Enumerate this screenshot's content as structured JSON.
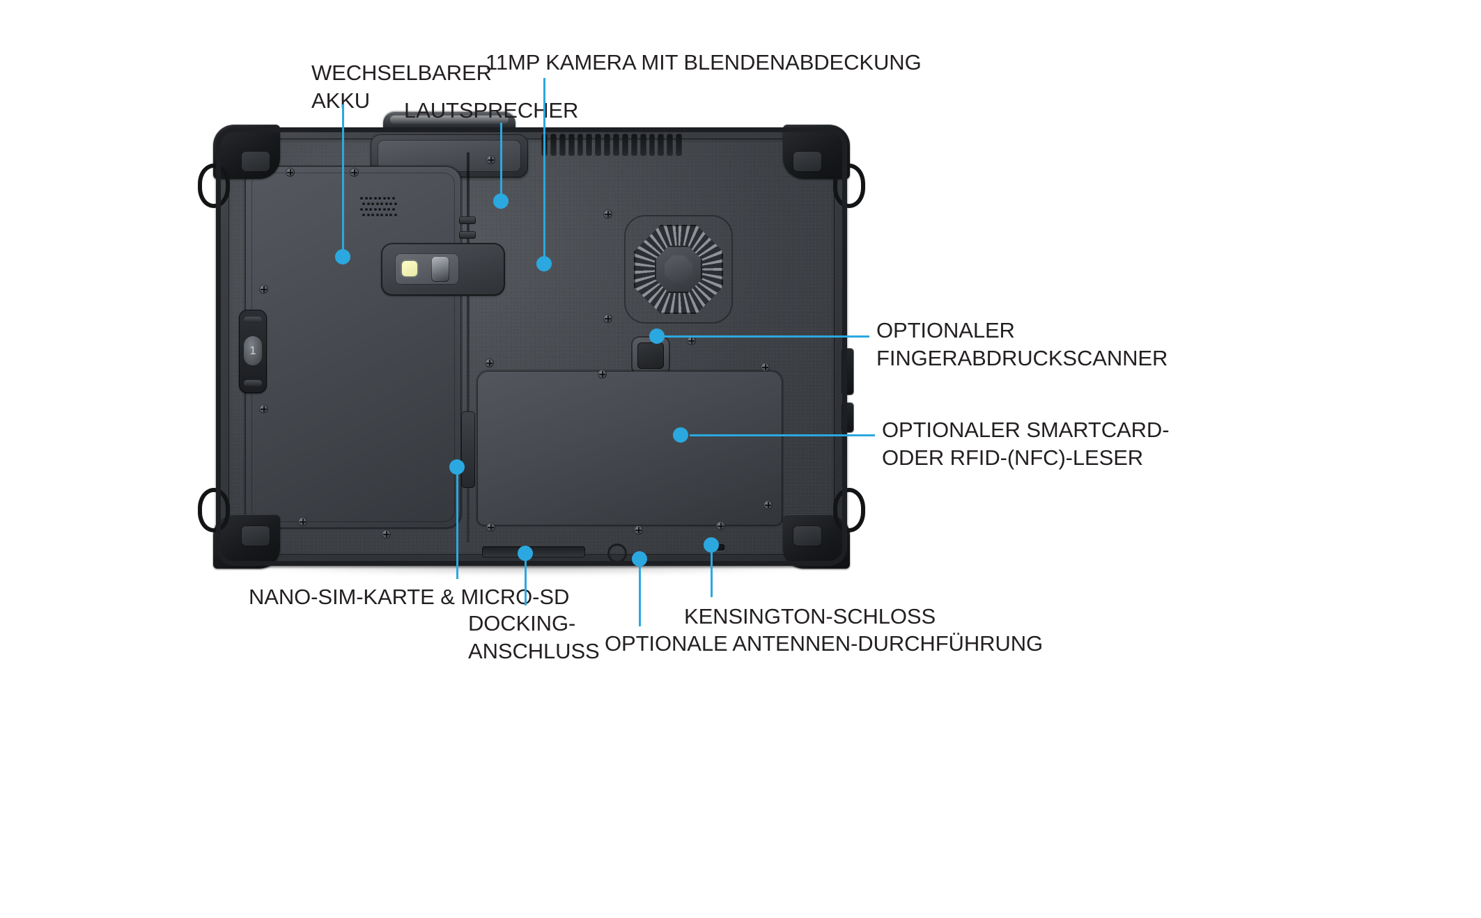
{
  "page": {
    "background_color": "#ffffff",
    "accent_color": "#2ba8e0",
    "text_color": "#231f20",
    "subject": "Ruggedized-Tablet Rueckansicht mit Beschriftungen"
  },
  "callouts": [
    {
      "id": "battery",
      "name": "wechselbarer-akku",
      "label": "WECHSELBARER\nAKKU",
      "align": "left"
    },
    {
      "id": "speaker",
      "name": "lautsprecher",
      "label": "LAUTSPRECHER",
      "align": "left"
    },
    {
      "id": "camera",
      "name": "kamera",
      "label": "11MP KAMERA MIT BLENDENABDECKUNG",
      "align": "left"
    },
    {
      "id": "fingerprint",
      "name": "fingerabdruckscanner",
      "label": "OPTIONALER\nFINGERABDRUCKSCANNER",
      "align": "left"
    },
    {
      "id": "smartcard",
      "name": "smartcard-rfid-leser",
      "label": "OPTIONALER SMARTCARD-\nODER RFID-(NFC)-LESER",
      "align": "left"
    },
    {
      "id": "sim",
      "name": "nano-sim-microsd",
      "label": "NANO-SIM-KARTE & MICRO-SD",
      "align": "left"
    },
    {
      "id": "docking",
      "name": "docking-anschluss",
      "label": "DOCKING-\nANSCHLUSS",
      "align": "left"
    },
    {
      "id": "antenna",
      "name": "antennen-durchfuehrung",
      "label": "OPTIONALE ANTENNEN-DURCHFÜHRUNG",
      "align": "left"
    },
    {
      "id": "kensington",
      "name": "kensington-schloss",
      "label": "KENSINGTON-SCHLOSS",
      "align": "left"
    }
  ],
  "device": {
    "name": "rugged-tablet-back",
    "latch_marking": "1",
    "parts": [
      "battery-door",
      "battery-latch",
      "carry-handle",
      "vent-slots",
      "speaker-grille",
      "camera-module",
      "camera-flash",
      "camera-lens",
      "fan-vent",
      "fingerprint-scanner",
      "smartcard-rfid-door",
      "sim-microsd-tab",
      "docking-connector",
      "kensington-slot",
      "corner-bumpers",
      "strap-loops",
      "side-ports"
    ]
  }
}
